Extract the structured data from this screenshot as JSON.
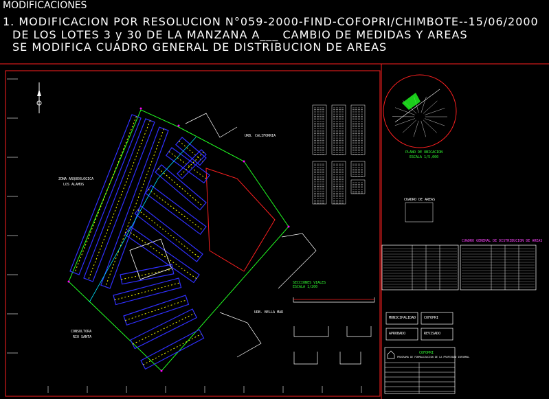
{
  "header": {
    "title": "MODIFICACIONES",
    "line1": "1. MODIFICACION POR RESOLUCION N°059-2000-FIND-COFOPRI/CHIMBOTE--15/06/2000",
    "line2": "DE LOS LOTES 3 y 30 DE LA MANZANA A___ CAMBIO DE MEDIDAS Y AREAS",
    "line3": "SE MODIFICA CUADRO GENERAL DE DISTRIBUCION DE AREAS"
  },
  "plan": {
    "zone_left": "ZONA ARQUEOLOGICA",
    "zone_left_2": "LOS ALAMOS",
    "zone_top": "URB. CALIFORNIA",
    "zone_bottom": "URB. BELLA MAR",
    "zone_bottom_left": "CONSULTORA",
    "zone_bottom_left_2": "RIO SANTA",
    "section_label": "SECCIONES VIALES",
    "section_sub": "ESCALA 1/200",
    "locator_label": "PLANO DE UBICACION",
    "locator_scale": "ESCALA 1/5,000",
    "table_label": "CUADRO DE AREAS",
    "table2_label": "CUADRO GENERAL DE DISTRIBUCION DE AREAS",
    "box_a": "MUNICIPALIDAD",
    "box_b": "COFOPRI",
    "box_c": "APROBADO",
    "box_d": "REVISADO",
    "title_block_org": "COFOPRI",
    "title_block_sub": "PROGRAMA DE FORMALIZACION DE LA PROPIEDAD INFORMAL",
    "colors": {
      "frame": "#ff2020",
      "green": "#22ff22",
      "yellow": "#ffff00",
      "blue": "#3030ff",
      "cyan": "#00e0ff",
      "magenta": "#ff00ff"
    }
  }
}
